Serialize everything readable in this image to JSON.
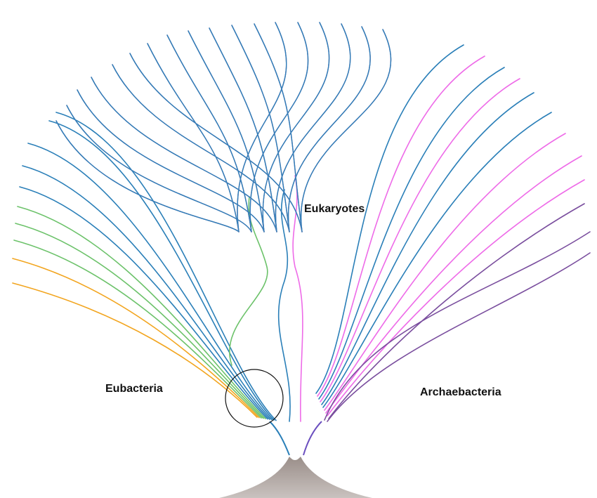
{
  "labels": {
    "eukaryotes": "Eukaryotes",
    "eubacteria": "Eubacteria",
    "archaebacteria": "Archaebacteria"
  },
  "colors": {
    "eubacteria_orange": "#f2a51f",
    "eubacteria_green": "#6cc26a",
    "eubacteria_blue": "#2a7fb8",
    "archaea_pink": "#ee6be8",
    "archaea_purple": "#7a4e9e",
    "trunk": "#a89c98",
    "circle": "#111111"
  }
}
